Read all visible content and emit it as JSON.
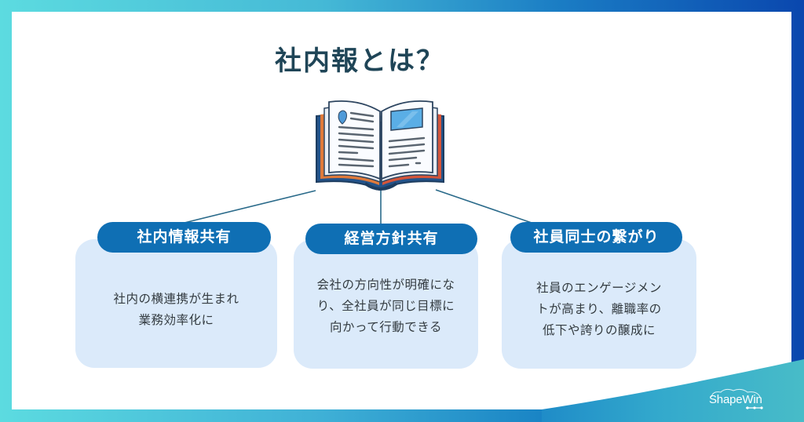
{
  "title": "社内報とは？",
  "icons": {
    "central": "open-book-icon",
    "logo": "cloud-logo-icon"
  },
  "colors": {
    "frame_left": "#5cdbe0",
    "frame_right": "#0a47ae",
    "title": "#1f4557",
    "badge": "#0f6fb4",
    "box": "#dbeafa",
    "connector": "#2a6a8a"
  },
  "cards": [
    {
      "label": "社内情報共有",
      "lines": [
        "社内の横連携が生まれ",
        "業務効率化に"
      ]
    },
    {
      "label": "経営方針共有",
      "lines": [
        "会社の方向性が明確にな",
        "り、全社員が同じ目標に",
        "向かって行動できる"
      ]
    },
    {
      "label": "社員同士の繋がり",
      "lines": [
        "社員のエンゲージメン",
        "トが高まり、離職率の",
        "低下や誇りの醸成に"
      ]
    }
  ],
  "logo": {
    "text": "ShapeWin"
  }
}
